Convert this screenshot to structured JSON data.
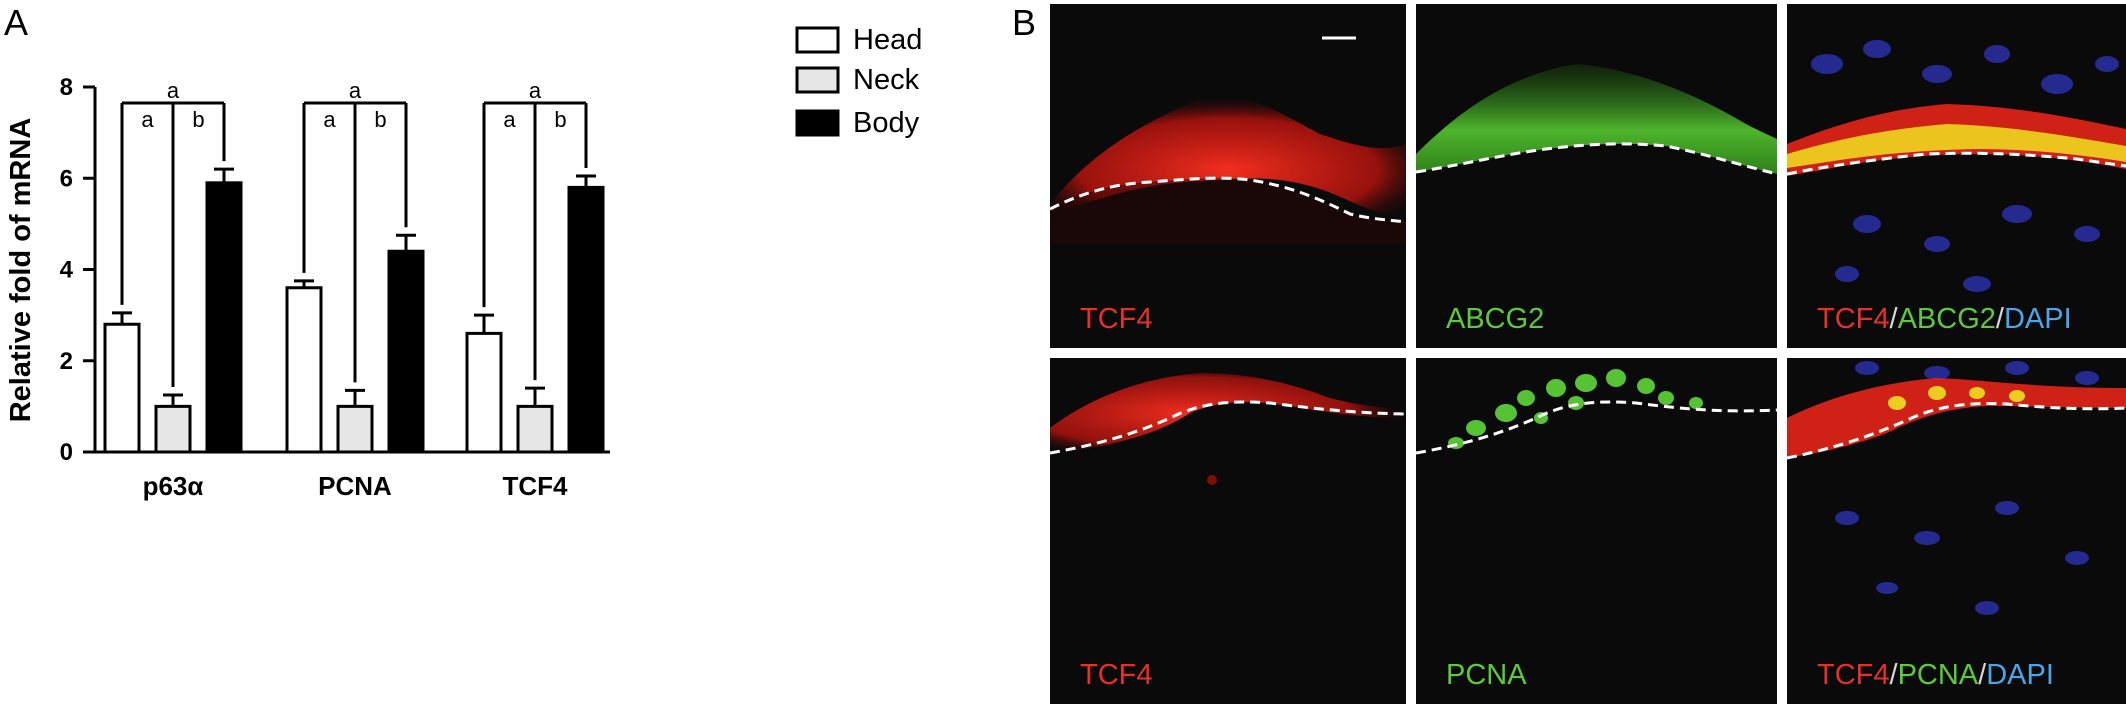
{
  "panels": {
    "a_letter": "A",
    "b_letter": "B"
  },
  "chart_data": {
    "type": "bar",
    "categories": [
      "p63α",
      "PCNA",
      "TCF4"
    ],
    "series": [
      {
        "name": "Head",
        "values": [
          2.8,
          3.6,
          2.6
        ],
        "errors": [
          0.25,
          0.15,
          0.4
        ],
        "color": "#ffffff"
      },
      {
        "name": "Neck",
        "values": [
          1.0,
          1.0,
          1.0
        ],
        "errors": [
          0.25,
          0.35,
          0.4
        ],
        "color": "#e6e6e6"
      },
      {
        "name": "Body",
        "values": [
          5.9,
          4.4,
          5.8
        ],
        "errors": [
          0.3,
          0.35,
          0.25
        ],
        "color": "#000000"
      }
    ],
    "ylabel": "Relative fold of mRNA",
    "xlabel": "",
    "ylim": [
      0,
      8
    ],
    "yticks": [
      0,
      2,
      4,
      6,
      8
    ],
    "legend_position": "top-right",
    "significance": {
      "top": "a",
      "left": "a",
      "right": "b"
    }
  },
  "micrographs": {
    "row1": {
      "left": {
        "label": "TCF4"
      },
      "middle": {
        "label": "ABCG2"
      },
      "right": {
        "label_parts": [
          "TCF4",
          "/",
          "ABCG2",
          "/",
          "DAPI"
        ]
      }
    },
    "row2": {
      "left": {
        "label": "TCF4"
      },
      "middle": {
        "label": "PCNA"
      },
      "right": {
        "label_parts": [
          "TCF4",
          "/",
          "PCNA",
          "/",
          "DAPI"
        ]
      }
    }
  }
}
